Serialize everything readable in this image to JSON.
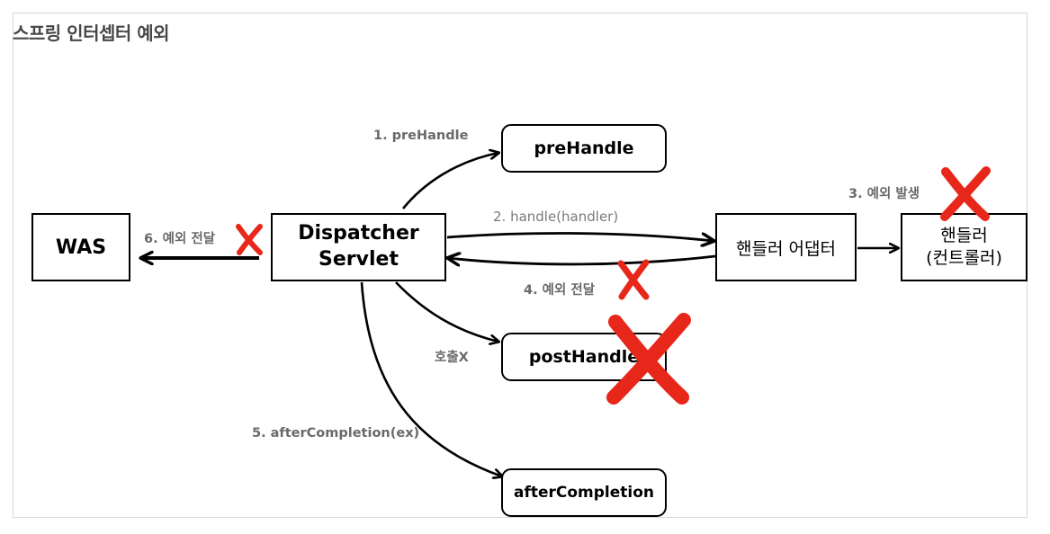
{
  "title": "스프링 인터셉터 예외",
  "nodes": {
    "was": "WAS",
    "dispatcher_line1": "Dispatcher",
    "dispatcher_line2": "Servlet",
    "prehandle": "preHandle",
    "adapter": "핸들러 어댑터",
    "handler_line1": "핸들러",
    "handler_line2": "(컨트롤러)",
    "posthandle": "postHandle",
    "aftercompletion": "afterCompletion"
  },
  "edge_labels": {
    "step1": "1. preHandle",
    "step2": "2. handle(handler)",
    "step3": "3. 예외 발생",
    "step4": "4. 예외 전달",
    "step5": "5. afterCompletion(ex)",
    "step6": "6. 예외 전달",
    "not_called": "호출X"
  },
  "colors": {
    "x_mark": "#e8271b",
    "line": "#000000",
    "label": "#6a6a6a"
  }
}
